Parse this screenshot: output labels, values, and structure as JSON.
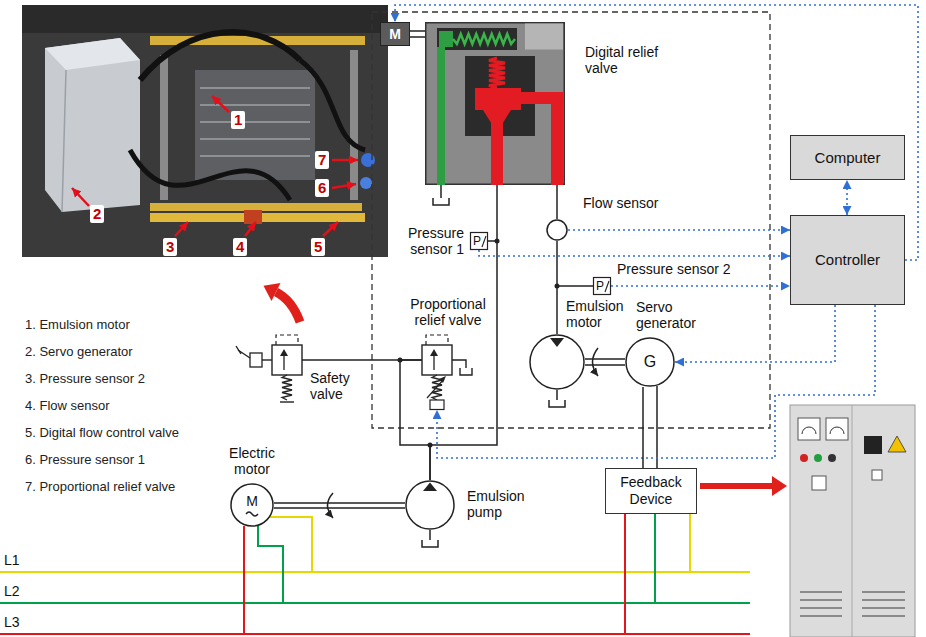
{
  "diagram": {
    "nodes": [
      {
        "text": [
          "M"
        ]
      },
      {
        "text": [
          "Digital relief valve"
        ]
      },
      {
        "text": [
          "Computer"
        ]
      },
      {
        "text": [
          "Flow sensor"
        ]
      },
      {
        "text": [
          "Controller"
        ]
      },
      {
        "text": [
          "P",
          "Pressure sensor 1"
        ]
      },
      {
        "text": [
          "P",
          "Pressure sensor 2"
        ]
      },
      {
        "text": [
          "Safety valve"
        ]
      },
      {
        "text": [
          "Proportional relief valve"
        ]
      },
      {
        "text": [
          "Emulsion motor"
        ]
      },
      {
        "text": [
          "G",
          "Servo generator"
        ]
      },
      {
        "text": [
          "M",
          "Electric motor"
        ]
      },
      {
        "text": [
          "Emulsion pump"
        ]
      },
      {
        "text": [
          "Feedback Device"
        ]
      }
    ],
    "edges": [
      {
        "from": 4,
        "to": 2,
        "arrow": "both"
      },
      {
        "from": 3,
        "to": 4,
        "arrow": "to"
      },
      {
        "from": 5,
        "to": 4,
        "arrow": "to"
      },
      {
        "from": 6,
        "to": 4,
        "arrow": "to"
      },
      {
        "from": 4,
        "to": 0,
        "arrow": "to"
      },
      {
        "from": 4,
        "to": 10,
        "arrow": "to"
      },
      {
        "from": 4,
        "to": 8,
        "arrow": "to"
      },
      {
        "from": 12,
        "to": 1,
        "arrow": "none"
      },
      {
        "from": 12,
        "to": 8,
        "arrow": "none"
      },
      {
        "from": 7,
        "to": 8,
        "arrow": "none"
      },
      {
        "from": 1,
        "to": 3,
        "arrow": "none"
      },
      {
        "from": 3,
        "to": 9,
        "arrow": "none"
      },
      {
        "from": 11,
        "to": 12,
        "arrow": "none"
      },
      {
        "from": 9,
        "to": 10,
        "arrow": "none"
      },
      {
        "from": 10,
        "to": 13,
        "arrow": "none"
      }
    ],
    "labels": [
      "1",
      "2",
      "3",
      "4",
      "5",
      "6",
      "7",
      "1. Emulsion motor",
      "2. Servo generator",
      "3. Pressure sensor 2",
      "4. Flow sensor",
      "5. Digital flow control valve",
      "6. Pressure sensor 1",
      "7. Proportional relief valve",
      "L1",
      "L2",
      "L3"
    ]
  }
}
